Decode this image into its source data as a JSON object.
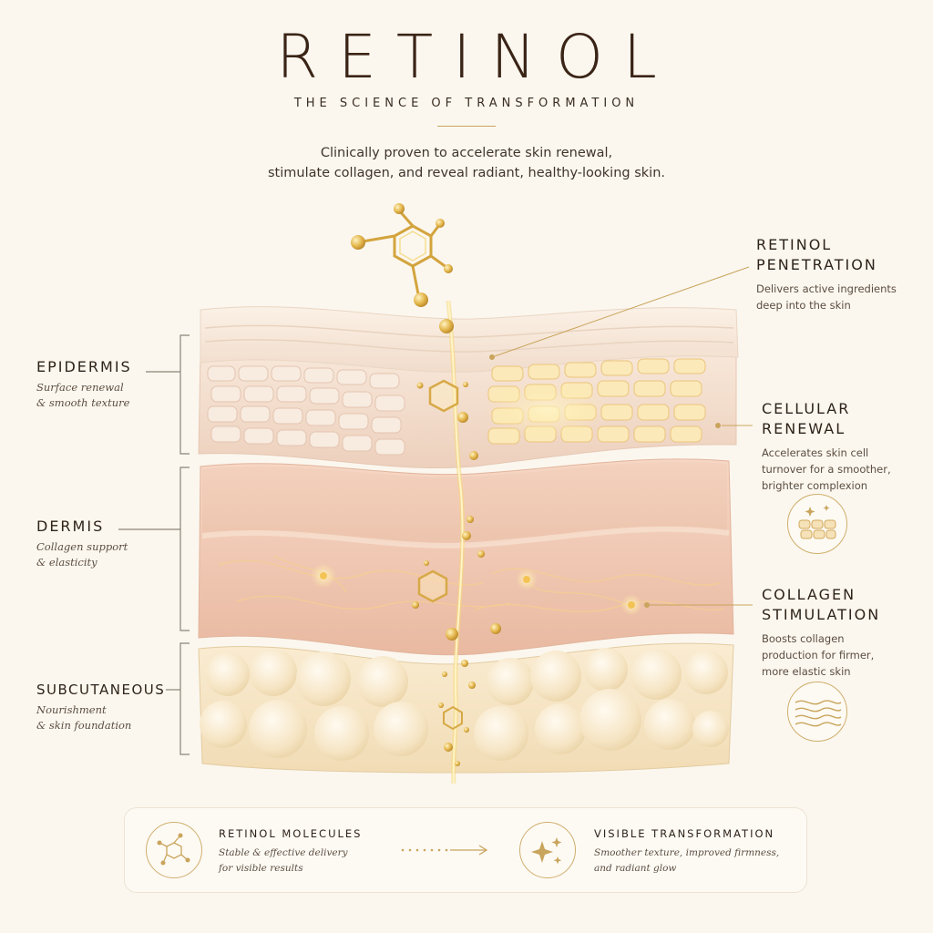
{
  "header": {
    "title": "RETINOL",
    "subtitle": "THE SCIENCE OF TRANSFORMATION",
    "intro_line1": "Clinically proven to accelerate skin renewal,",
    "intro_line2": "stimulate collagen, and reveal radiant, healthy-looking skin."
  },
  "left_labels": [
    {
      "title": "EPIDERMIS",
      "line1": "Surface renewal",
      "line2": "& smooth texture"
    },
    {
      "title": "DERMIS",
      "line1": "Collagen support",
      "line2": "& elasticity"
    },
    {
      "title": "SUBCUTANEOUS",
      "line1": "Nourishment",
      "line2": "& skin foundation"
    }
  ],
  "right_labels": [
    {
      "title1": "RETINOL",
      "title2": "PENETRATION",
      "line1": "Delivers active ingredients",
      "line2": "deep into the skin",
      "line3": ""
    },
    {
      "title1": "CELLULAR",
      "title2": "RENEWAL",
      "line1": "Accelerates skin cell",
      "line2": "turnover for a smoother,",
      "line3": "brighter complexion"
    },
    {
      "title1": "COLLAGEN",
      "title2": "STIMULATION",
      "line1": "Boosts collagen",
      "line2": "production for firmer,",
      "line3": "more elastic skin"
    }
  ],
  "bottom": {
    "left_title": "RETINOL MOLECULES",
    "left_line1": "Stable & effective delivery",
    "left_line2": "for visible results",
    "right_title": "VISIBLE TRANSFORMATION",
    "right_line1": "Smoother texture, improved firmness,",
    "right_line2": "and radiant glow"
  },
  "icons": {
    "molecule": "molecule-icon",
    "cells": "skin-cells-icon",
    "waves": "collagen-waves-icon",
    "sparkle": "sparkle-icon",
    "arrow": "dotted-arrow-icon"
  },
  "colors": {
    "background": "#fbf7ef",
    "gold": "#c9a45c",
    "text": "#2e2319",
    "epidermis": "#f3dccb",
    "dermis": "#f0c9b4",
    "subcutaneous": "#f7e6c6"
  }
}
